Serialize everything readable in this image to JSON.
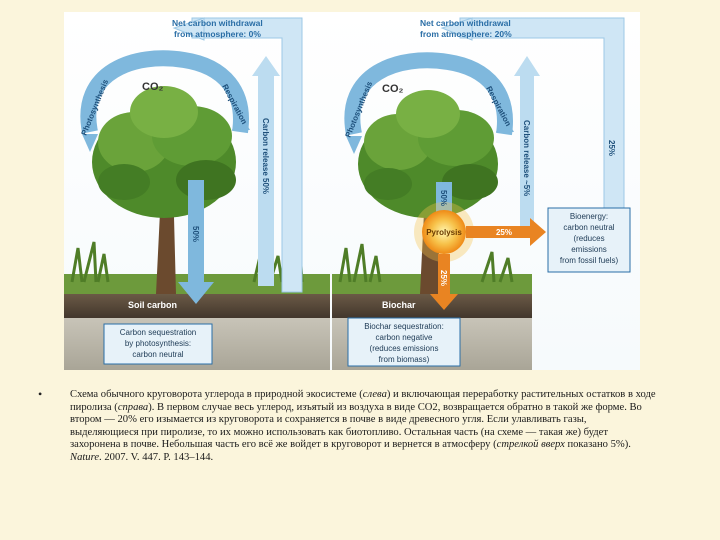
{
  "left_panel": {
    "top_label_line1": "Net carbon withdrawal",
    "top_label_line2": "from atmosphere: 0%",
    "co2": "CO₂",
    "photosynthesis": "Photosynthesis",
    "respiration": "Respiration",
    "carbon_release": "Carbon release 50%",
    "down_arrow_label": "50%",
    "soil_label": "Soil carbon",
    "bottom_box": [
      "Carbon sequestration",
      "by photosynthesis:",
      "carbon neutral"
    ]
  },
  "right_panel": {
    "top_label_line1": "Net carbon withdrawal",
    "top_label_line2": "from atmosphere: 20%",
    "co2": "CO₂",
    "photosynthesis": "Photosynthesis",
    "respiration": "Respiration",
    "carbon_release": "Carbon release ~5%",
    "side_label": "25%",
    "down_arrow_label": "50%",
    "pyrolysis": "Pyrolysis",
    "to_bioenergy": "25%",
    "to_biochar": "25%",
    "bioenergy_box": [
      "Bioenergy:",
      "carbon neutral",
      "(reduces",
      "emissions",
      "from fossil fuels)"
    ],
    "soil_label": "Biochar",
    "bottom_box": [
      "Biochar sequestration:",
      "carbon negative",
      "(reduces emissions",
      "from biomass)"
    ]
  },
  "caption": {
    "part1": "Схема обычного круговорота углерода в природной экосистеме (",
    "em1": "слева",
    "part2": ") и включающая переработку растительных остатков в ходе пиролиза (",
    "em2": "справа",
    "part3": "). В первом случае весь углерод, изъятый из воздуха в виде CO2, возвращается обратно в такой же форме. Во втором — 20% его изымается из круговорота и сохраняется в почве в виде древесного угля. Если улавливать газы, выделяющиеся при пиролизе, то их можно использовать как биотопливо. Остальная часть (на схеме — такая же) будет захоронена в почве. Небольшая часть его всё же войдет в круговорот и вернется в атмосферу (",
    "em3": "стрелкой вверх",
    "part4": " показано 5%). ",
    "em4": "Nature",
    "part5": ". 2007. V. 447. P. 143–144."
  },
  "colors": {
    "arrow_blue": "#7fb8dd",
    "arrow_light": "#cfe6f5",
    "label_blue": "#2a6ea6",
    "pyrolysis_orange": "#f29a1f",
    "box_fill": "#e7f2f9"
  }
}
